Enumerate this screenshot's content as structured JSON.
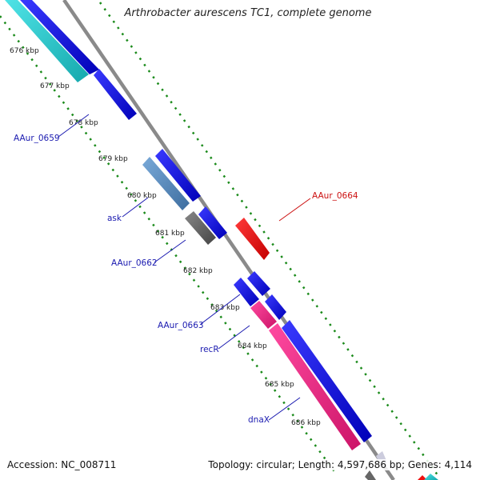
{
  "title": "Arthrobacter aurescens TC1, complete genome",
  "footer": {
    "accession": "Accession: NC_008711",
    "summary": "Topology: circular; Length: 4,597,686 bp; Genes: 4,114"
  },
  "ruler": [
    "676 kbp",
    "677 kbp",
    "678 kbp",
    "679 kbp",
    "680 kbp",
    "681 kbp",
    "682 kbp",
    "683 kbp",
    "684 kbp",
    "685 kbp",
    "686 kbp"
  ],
  "gene_labels": {
    "aaur_0659": "AAur_0659",
    "ask": "ask",
    "aaur_0662": "AAur_0662",
    "aaur_0663": "AAur_0663",
    "recr": "recR",
    "dnax": "dnaX",
    "aaur_0664": "AAur_0664"
  },
  "colors": {
    "cds": "#0b0bd6",
    "ask": "#4f86bd",
    "aaur_0662": "#666666",
    "recr": "#e2237f",
    "teal": "#22c5c9",
    "aaur_0664": "#ee1111",
    "label_blue": "#1a1ab0",
    "label_red": "#cc1111",
    "backbone": "#8a8a8a",
    "ruler": "#1a8a1a"
  }
}
